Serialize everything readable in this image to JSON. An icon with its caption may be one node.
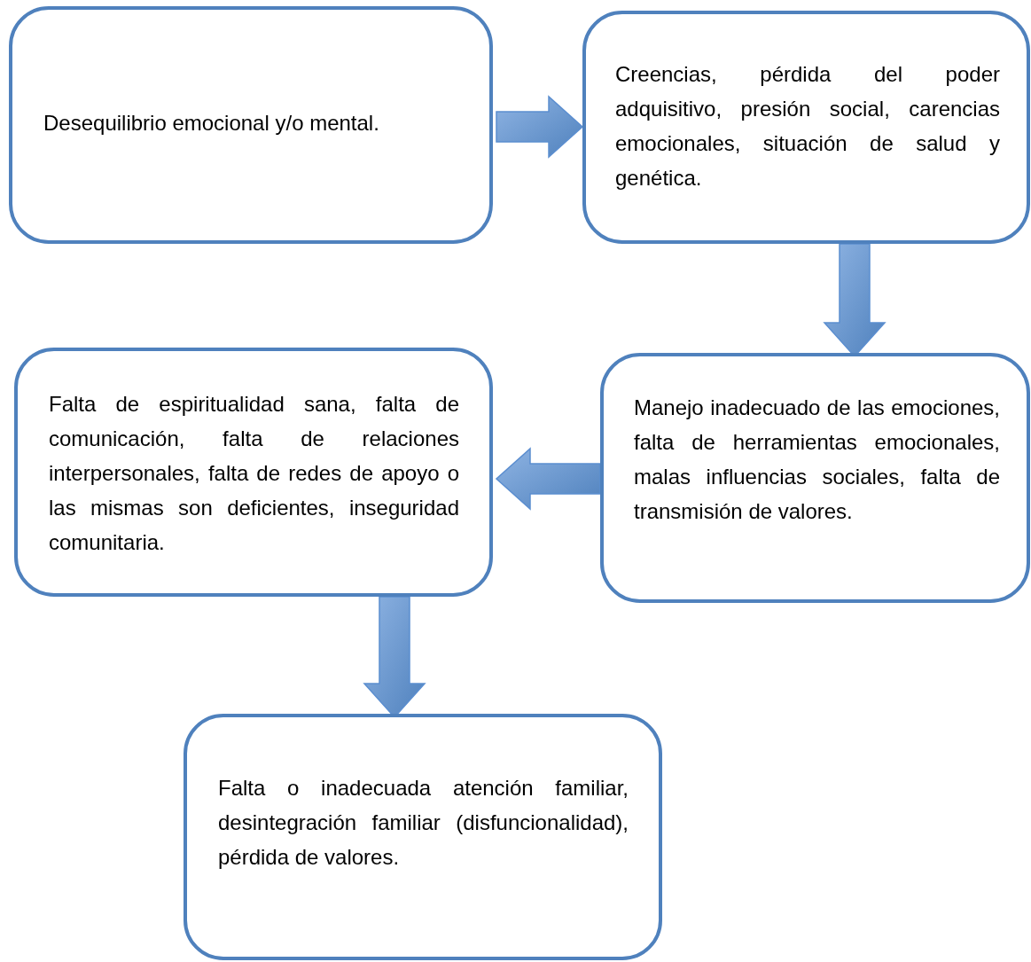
{
  "diagram": {
    "nodes": [
      {
        "text": [
          "Desequilibrio emocional y/o mental."
        ]
      },
      {
        "text": [
          "Creencias, pérdida del poder adquisitivo, presión social, carencias emocionales, situación de salud y genética."
        ]
      },
      {
        "text": [
          "Manejo inadecuado de las emociones, falta de herramientas emocionales, malas influencias sociales, falta de transmisión de valores."
        ]
      },
      {
        "text": [
          "Falta de espiritualidad sana, falta de comunicación, falta de relaciones interpersonales, falta de redes de apoyo o las mismas son deficientes, inseguridad comunitaria."
        ]
      },
      {
        "text": [
          "Falta o inadecuada atención familiar, desintegración familiar (disfuncionalidad), pérdida de valores."
        ]
      }
    ],
    "edges": [
      {
        "from": 0,
        "to": 1,
        "arrow": "to"
      },
      {
        "from": 1,
        "to": 2,
        "arrow": "to"
      },
      {
        "from": 2,
        "to": 3,
        "arrow": "to"
      },
      {
        "from": 3,
        "to": 4,
        "arrow": "to"
      }
    ]
  }
}
